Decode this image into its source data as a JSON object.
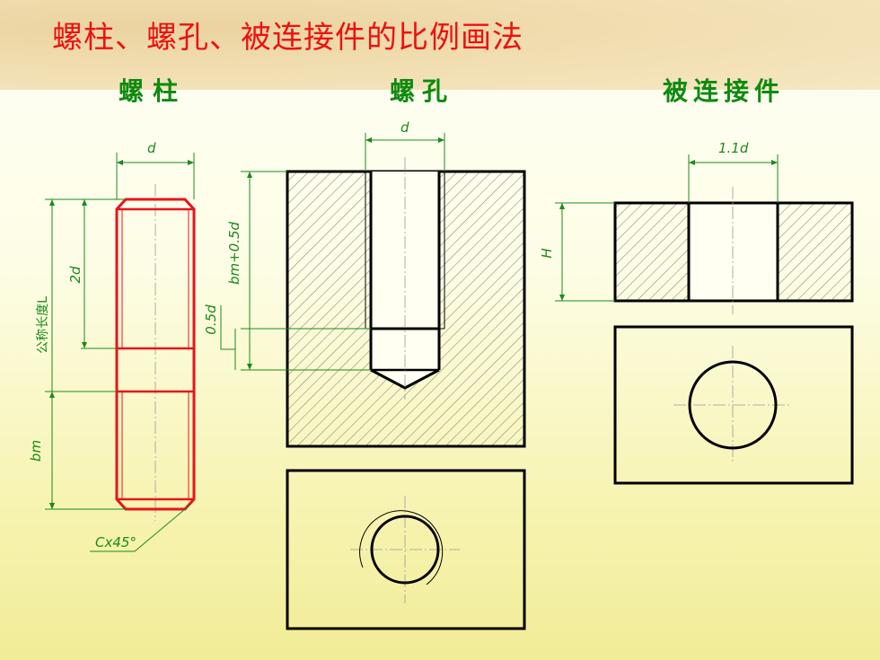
{
  "title": "螺柱、螺孔、被连接件的比例画法",
  "sections": {
    "stud": "螺柱",
    "hole": "螺孔",
    "part": "被连接件"
  },
  "dimensions": {
    "stud_d": "d",
    "stud_length": "公称长度L",
    "stud_2d": "2d",
    "stud_bm": "bm",
    "stud_chamfer": "Cx45°",
    "hole_d": "d",
    "hole_depth": "bm+0.5d",
    "hole_extra": "0.5d",
    "part_width": "1.1d",
    "part_H": "H"
  },
  "colors": {
    "title": "#ef1010",
    "subtitle": "#0e8a0e",
    "stud_outline": "#e8141c",
    "dimension": "#1a8a1a",
    "outline": "#000000",
    "hatch": "#6b6b6b"
  }
}
